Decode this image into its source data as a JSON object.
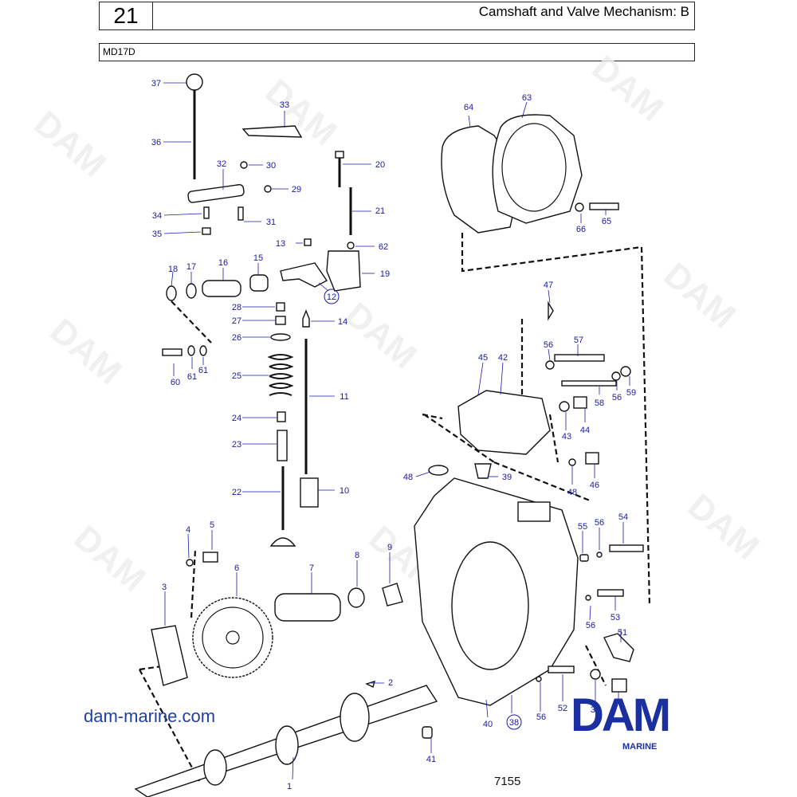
{
  "header": {
    "section_number": "21",
    "title": "Camshaft and Valve Mechanism: B",
    "model": "MD17D"
  },
  "website": "dam-marine.com",
  "logo": {
    "text": "DAM",
    "subtext": "MARINE"
  },
  "watermark": "DAM",
  "figure_number": "7155",
  "colors": {
    "label_blue": "#1a1aa8",
    "logo_blue": "#1a2fa0"
  },
  "labels": [
    "1",
    "2",
    "3",
    "4",
    "5",
    "6",
    "7",
    "8",
    "9",
    "10",
    "11",
    "12",
    "13",
    "14",
    "15",
    "16",
    "17",
    "18",
    "19",
    "20",
    "21",
    "22",
    "23",
    "24",
    "25",
    "26",
    "27",
    "28",
    "29",
    "30",
    "30",
    "31",
    "32",
    "33",
    "34",
    "35",
    "36",
    "37",
    "38",
    "39",
    "40",
    "41",
    "42",
    "43",
    "44",
    "45",
    "46",
    "47",
    "48",
    "48",
    "51",
    "52",
    "53",
    "54",
    "55",
    "56",
    "56",
    "56",
    "56",
    "56",
    "57",
    "58",
    "59",
    "60",
    "61",
    "61",
    "62",
    "63",
    "64",
    "65",
    "66"
  ]
}
